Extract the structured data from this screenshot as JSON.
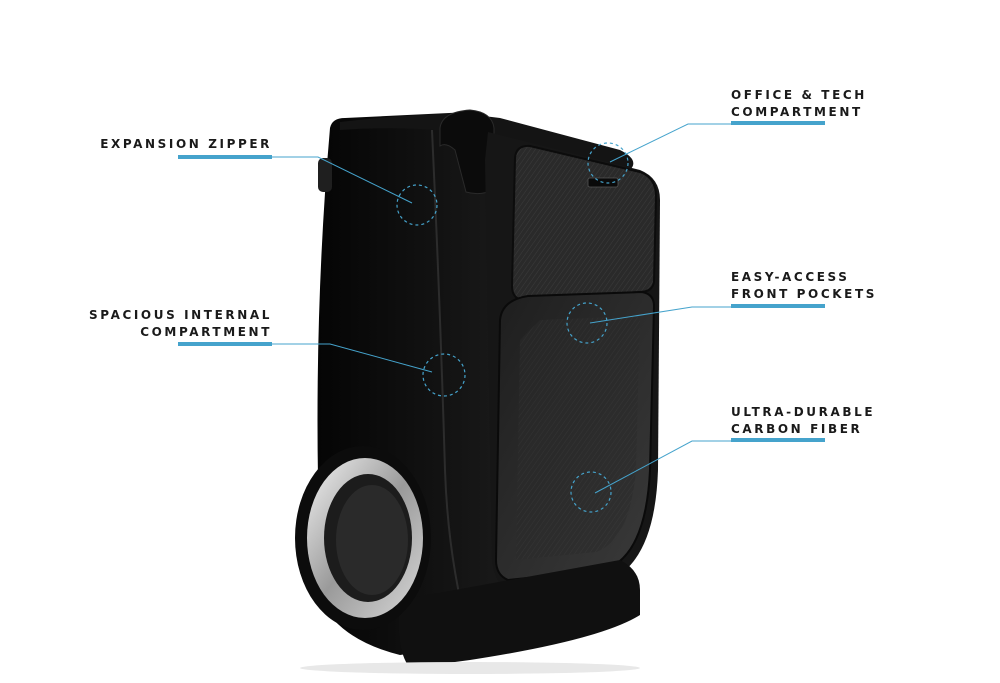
{
  "accent_color": "#45a3cc",
  "callouts": [
    {
      "id": "expansion-zipper",
      "lines": [
        "EXPANSION ZIPPER"
      ]
    },
    {
      "id": "spacious-internal-compartment",
      "lines": [
        "SPACIOUS INTERNAL",
        "COMPARTMENT"
      ]
    },
    {
      "id": "office-tech-compartment",
      "lines": [
        "OFFICE & TECH",
        "COMPARTMENT"
      ]
    },
    {
      "id": "easy-access-front-pockets",
      "lines": [
        "EASY-ACCESS",
        "FRONT POCKETS"
      ]
    },
    {
      "id": "ultra-durable-carbon-fiber",
      "lines": [
        "ULTRA-DURABLE",
        "CARBON FIBER"
      ]
    }
  ],
  "illustration": {
    "subject": "suitcase-image"
  }
}
